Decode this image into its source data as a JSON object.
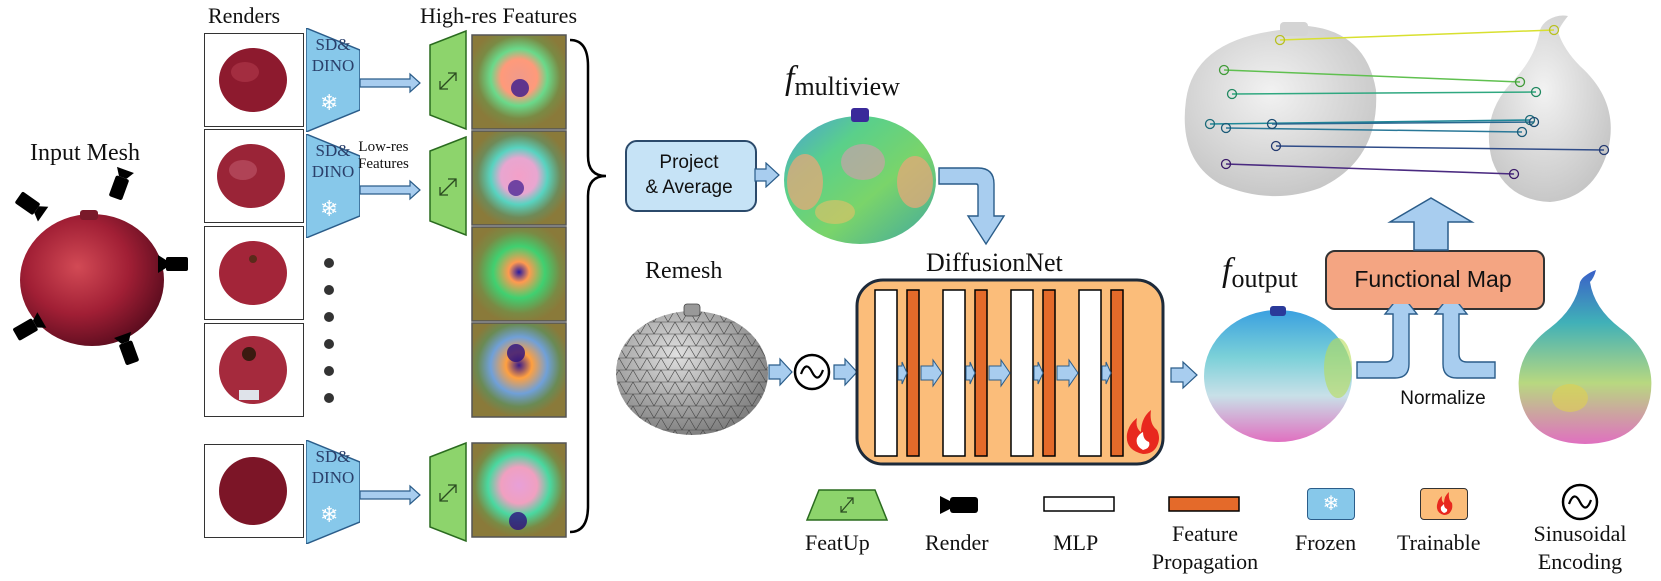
{
  "labels": {
    "renders": "Renders",
    "high_res": "High-res Features",
    "input_mesh": "Input Mesh",
    "low_res_line1": "Low-res",
    "low_res_line2": "Features",
    "sd_line1": "SD&",
    "sd_line2": "DINO",
    "f_symbol": "f",
    "multiview_sub": "multiview",
    "output_sub": "output",
    "project_line1": "Project",
    "project_line2": "& Average",
    "remesh": "Remesh",
    "diffusionnet": "DiffusionNet",
    "functional_map": "Functional Map",
    "normalize": "Normalize"
  },
  "legend": {
    "featup": "FeatUp",
    "render": "Render",
    "mlp": "MLP",
    "feature_propagation_line1": "Feature",
    "feature_propagation_line2": "Propagation",
    "frozen": "Frozen",
    "trainable": "Trainable",
    "sinusoidal_line1": "Sinusoidal",
    "sinusoidal_line2": "Encoding"
  },
  "colors": {
    "frozen_blue": "#87c8ea",
    "featup_green": "#8dd46c",
    "trainable_orange": "#fbbd7a",
    "feature_propagation": "#e46a2a",
    "arrow_blue": "#a8cdef",
    "functional_map_fill": "#f4a582",
    "project_fill": "#c6e3f6"
  }
}
